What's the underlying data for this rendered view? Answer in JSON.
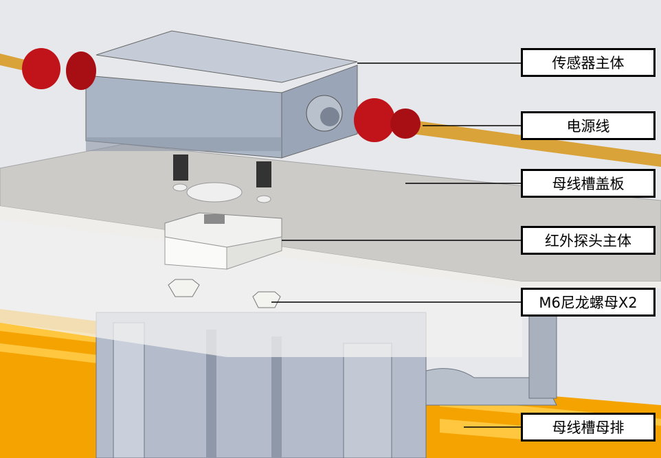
{
  "labels": [
    {
      "id": "sensor-body",
      "text": "传感器主体"
    },
    {
      "id": "power-cable",
      "text": "电源线"
    },
    {
      "id": "busway-cover",
      "text": "母线槽盖板"
    },
    {
      "id": "ir-probe-body",
      "text": "红外探头主体"
    },
    {
      "id": "nylon-nut",
      "text": "M6尼龙螺母X2"
    },
    {
      "id": "busbar",
      "text": "母线槽母排"
    }
  ],
  "colors": {
    "background": "#e6e8ec",
    "housing": "#aab4c4",
    "connector": "#c0141a",
    "cable": "#d9a33a",
    "busbar": "#f5a300",
    "cover": "#c8c6c2"
  }
}
